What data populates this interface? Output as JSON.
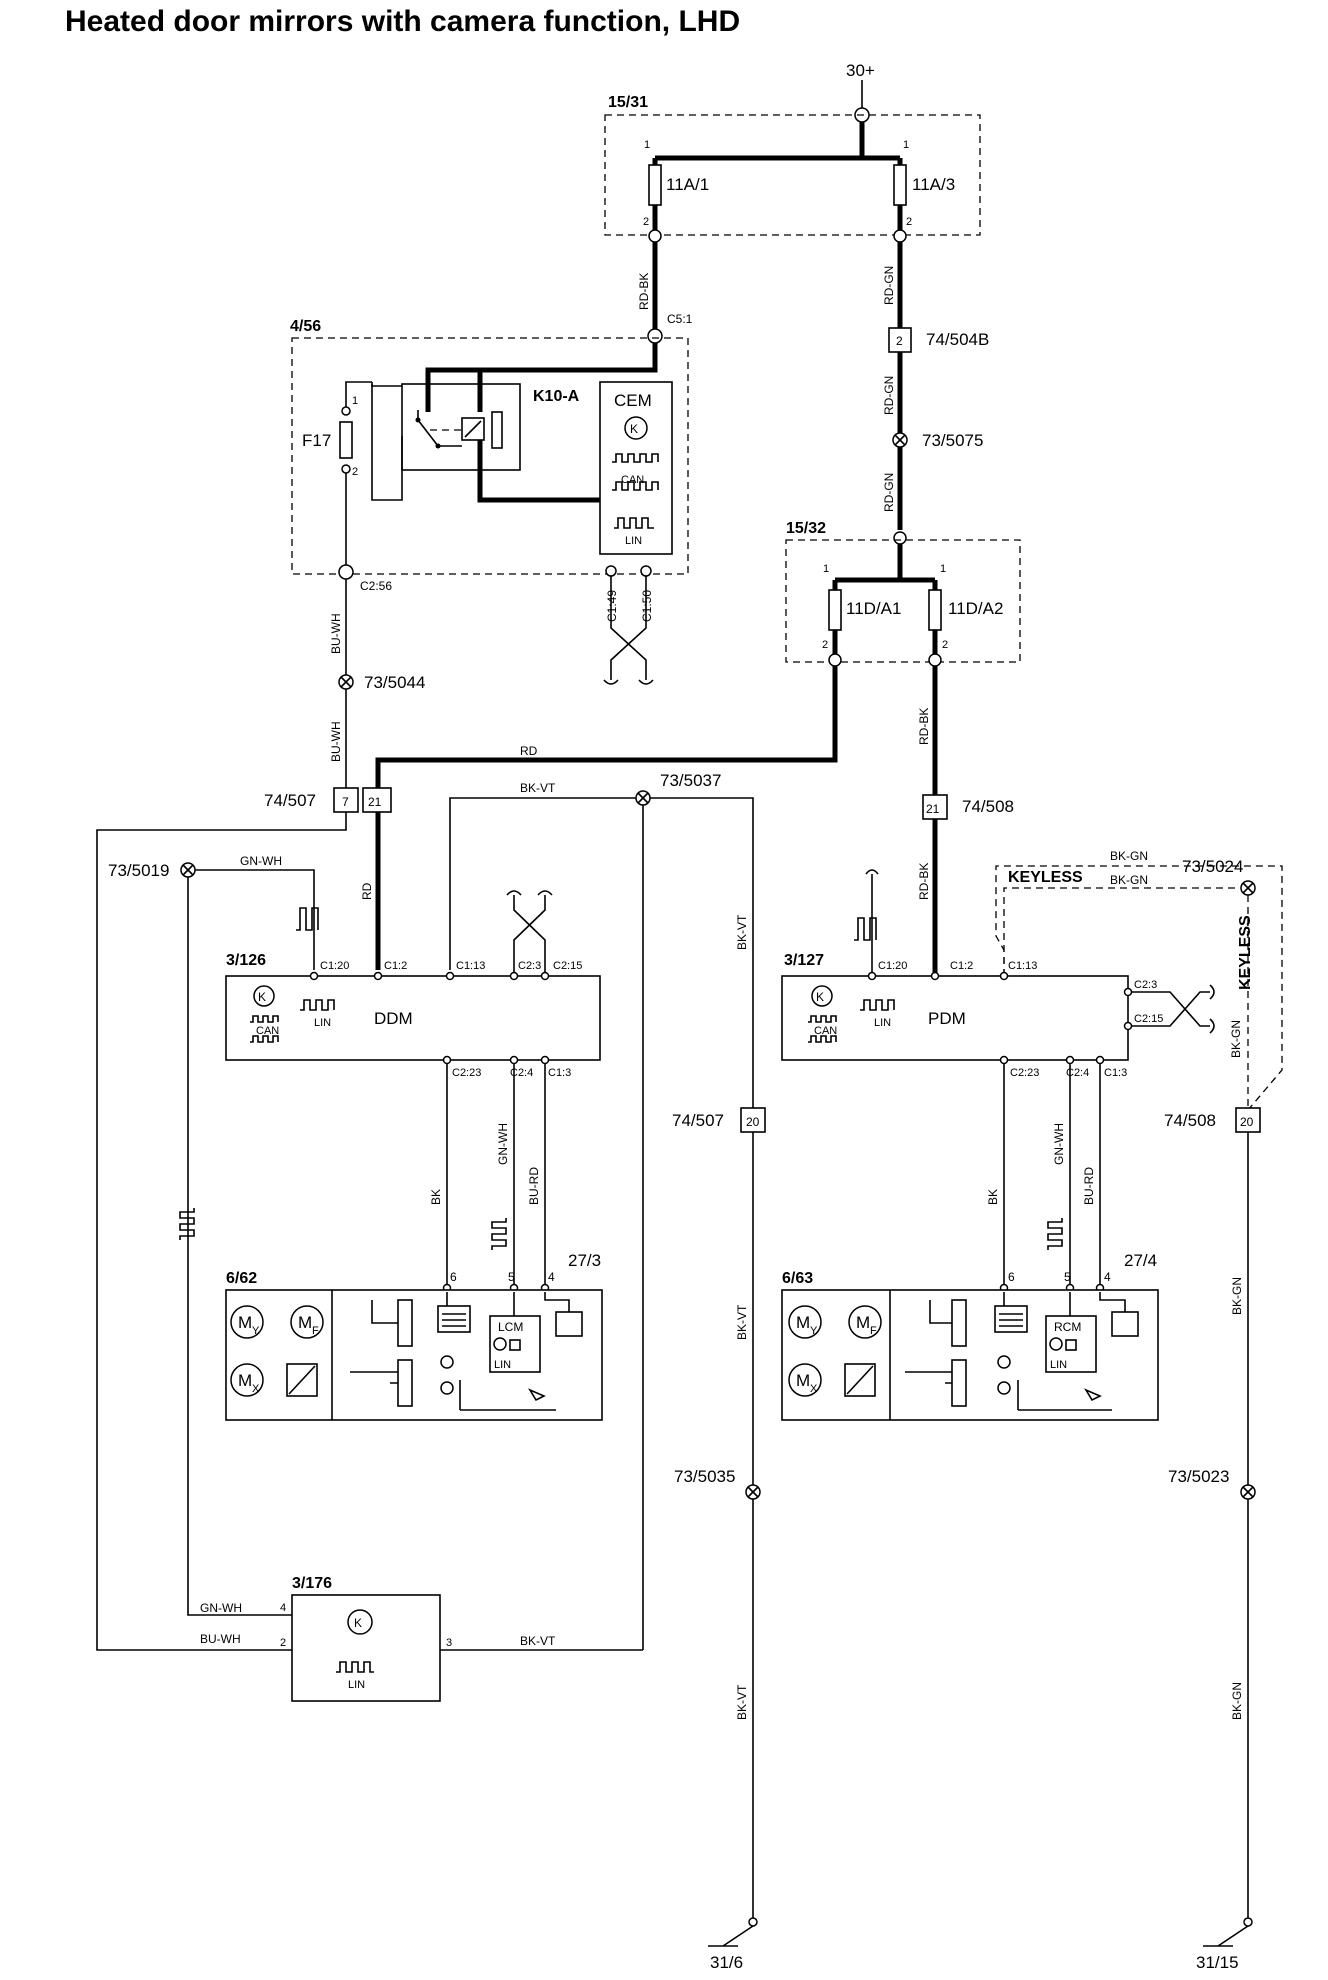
{
  "title": "Heated door mirrors with camera function, LHD",
  "supply": "30+",
  "ground_left": "31/6",
  "ground_right": "31/15",
  "boxes": {
    "fuse_box_1": "15/31",
    "cem_box": "4/56",
    "fuse_box_2": "15/32",
    "ddm_id": "3/126",
    "pdm_id": "3/127",
    "mirror_left_id": "6/62",
    "mirror_right_id": "6/63",
    "camera_left_id": "27/3",
    "camera_right_id": "27/4",
    "node_id": "3/176"
  },
  "fuses": {
    "f1": "11A/1",
    "f2": "11A/3",
    "f3": "11D/A1",
    "f4": "11D/A2",
    "f17": "F17"
  },
  "relay": "K10-A",
  "modules": {
    "cem": "CEM",
    "ddm": "DDM",
    "pdm": "PDM",
    "can": "CAN",
    "lin": "LIN",
    "lcm": "LCM",
    "rcm": "RCM"
  },
  "pins": {
    "p1": "1",
    "p2": "2",
    "p3": "3",
    "p4": "4",
    "p5": "5",
    "p6": "6",
    "c5_1": "C5:1",
    "c2_56": "C2:56",
    "c1_49": "C1:49",
    "c1_50": "C1:50",
    "c1_20": "C1:20",
    "c1_2": "C1:2",
    "c1_13": "C1:13",
    "c2_3": "C2:3",
    "c2_15": "C2:15",
    "c2_23": "C2:23",
    "c2_4": "C2:4",
    "c1_3": "C1:3"
  },
  "connectors": {
    "c504b": "74/504B",
    "c504b_pin": "2",
    "c507": "74/507",
    "c507_pin_a": "7",
    "c507_pin_b": "21",
    "c508": "74/508",
    "c508_pin": "21",
    "c507_lower": "74/507",
    "c507_lower_pin": "20",
    "c508_lower": "74/508",
    "c508_lower_pin": "20"
  },
  "splices": {
    "s5075": "73/5075",
    "s5044": "73/5044",
    "s5037": "73/5037",
    "s5019": "73/5019",
    "s5024": "73/5024",
    "s5035": "73/5035",
    "s5023": "73/5023"
  },
  "wires": {
    "rd_bk": "RD-BK",
    "rd_gn": "RD-GN",
    "bu_wh": "BU-WH",
    "rd": "RD",
    "bk_vt": "BK-VT",
    "gn_wh": "GN-WH",
    "bk_gn": "BK-GN",
    "bk": "BK",
    "bu_rd": "BU-RD"
  },
  "keyless": "KEYLESS",
  "motor_y": "M",
  "motor_y_sub": "Y",
  "motor_f": "M",
  "motor_f_sub": "F",
  "motor_x": "M",
  "motor_x_sub": "X"
}
